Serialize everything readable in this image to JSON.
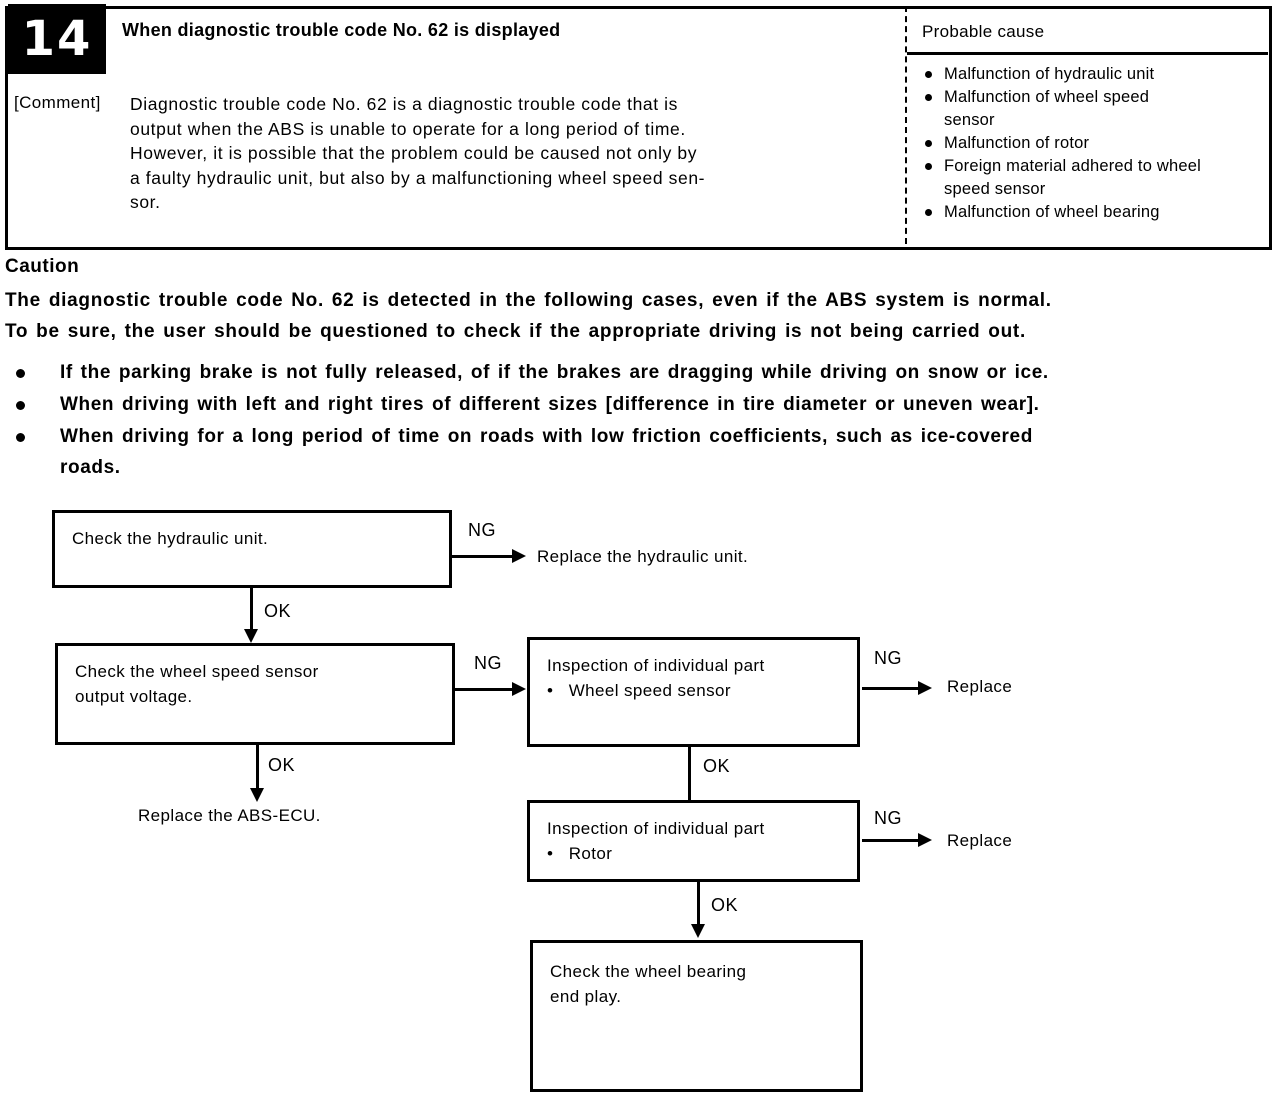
{
  "colors": {
    "ink": "#000000",
    "paper": "#ffffff"
  },
  "header": {
    "section_number": "14",
    "title": "When diagnostic trouble code No. 62 is displayed",
    "comment_label": "[Comment]",
    "comment_lines": [
      "Diagnostic trouble code No. 62 is a diagnostic trouble code that is",
      "output when the ABS is unable to operate for a long period of time.",
      "However, it is possible that the problem could be caused not only by",
      "a faulty hydraulic unit, but also by a malfunctioning wheel speed sen-",
      "sor."
    ],
    "probable_cause": {
      "label": "Probable cause",
      "items": [
        "Malfunction of hydraulic unit",
        "Malfunction of wheel speed sensor",
        "Malfunction of rotor",
        "Foreign material adhered to wheel speed sensor",
        "Malfunction of wheel bearing"
      ]
    }
  },
  "caution": {
    "heading": "Caution",
    "lines": [
      "The diagnostic trouble code No. 62 is detected in the following cases, even if the ABS system is normal.",
      "To be sure, the user should be questioned to check if the appropriate driving is not being carried out."
    ],
    "bullets": [
      [
        "If the parking brake is not fully released, of if the brakes are dragging while driving on snow or ice."
      ],
      [
        "When driving with left and right tires of different sizes [difference in tire diameter or uneven wear]."
      ],
      [
        "When driving for a long period of time on roads with low friction coefficients, such as ice-covered",
        "roads."
      ]
    ]
  },
  "flowchart": {
    "ng_label": "NG",
    "ok_label": "OK",
    "boxes": [
      {
        "lines": [
          "Check the hydraulic unit."
        ]
      },
      {
        "lines": [
          "Check the wheel speed sensor",
          "output voltage."
        ]
      },
      {
        "lines": [
          "Inspection of individual part",
          "•   Wheel speed sensor"
        ]
      },
      {
        "lines": [
          "Inspection of individual part",
          "•   Rotor"
        ]
      },
      {
        "lines": [
          "Check the wheel bearing",
          "end play."
        ]
      }
    ],
    "results": {
      "replace_hydraulic_unit": "Replace the hydraulic unit.",
      "replace_abs_ecu": "Replace the ABS-ECU.",
      "replace_short": "Replace"
    }
  }
}
